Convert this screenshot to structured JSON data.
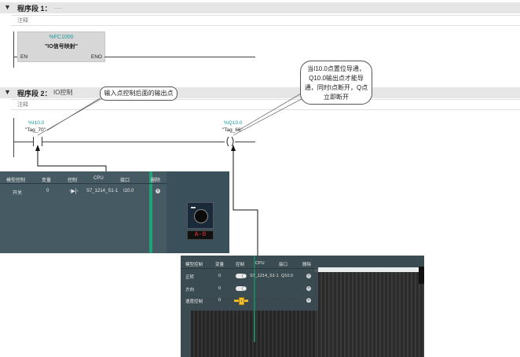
{
  "segment1": {
    "arrow": "▼",
    "title": "程序段 1：",
    "subtitle": "....."
  },
  "segment1_comment": "注释",
  "fc_block": {
    "name": "%FC1000",
    "title": "\"IO信号映射\"",
    "en": "EN",
    "eno": "ENO"
  },
  "segment2": {
    "arrow": "▼",
    "title": "程序段 2：",
    "subtitle": "IO控制"
  },
  "segment2_comment": "注释",
  "contact": {
    "address": "%I10.0",
    "tag": "\"Tag_70\""
  },
  "coil": {
    "address": "%Q10.0",
    "tag": "\"Tag_66\""
  },
  "callout_left": "输入点控制后面的输出点",
  "callout_right": "当I10.0点置位导通，Q10.0输出点才能导通，同时I点断开，Q点立即断开",
  "panel1": {
    "headers": [
      "模型控制",
      "变量",
      "控制",
      "CPU",
      "接口",
      "删除"
    ],
    "rows": [
      {
        "name": "开关",
        "var": "0",
        "control_icon": "switch-contact-icon",
        "control": "-▶|-",
        "cpu": "S7_1214_S1-1",
        "port": "I10.0"
      }
    ],
    "display_value": "A-0",
    "accent_color": "#21a07a"
  },
  "panel2": {
    "headers": [
      "模型控制",
      "变量",
      "控制",
      "CPU",
      "接口",
      "删除"
    ],
    "rows": [
      {
        "name": "正转",
        "var": "0",
        "cpu": "S7_1214_S1-1",
        "port": "Q10.0"
      },
      {
        "name": "方向",
        "var": "0",
        "cpu": "",
        "port": ""
      },
      {
        "name": "速度控制",
        "var": "0",
        "cpu": "",
        "port": ""
      }
    ],
    "slider_value": "1"
  }
}
